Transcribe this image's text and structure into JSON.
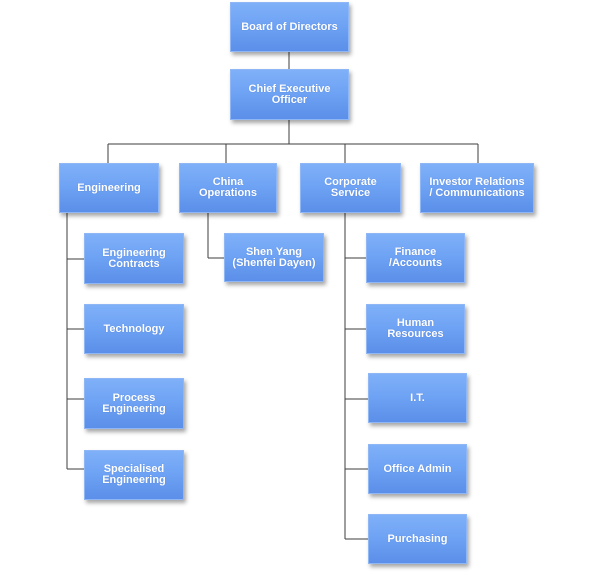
{
  "org_chart": {
    "top": {
      "board": "Board of Directors",
      "ceo": "Chief Executive\nOfficer"
    },
    "divisions": {
      "engineering": "Engineering",
      "china_operations": "China\nOperations",
      "corporate_service": "Corporate\nService",
      "investor_relations": "Investor Relations\n/ Communications"
    },
    "engineering_units": {
      "contracts": "Engineering\nContracts",
      "technology": "Technology",
      "process": "Process\nEngineering",
      "specialised": "Specialised\nEngineering"
    },
    "china_units": {
      "shen_yang": "Shen Yang\n(Shenfei Dayen)"
    },
    "corporate_units": {
      "finance": "Finance\n/Accounts",
      "hr": "Human\nResources",
      "it": "I.T.",
      "office_admin": "Office Admin",
      "purchasing": "Purchasing"
    }
  },
  "colors": {
    "node_top": "#7fb0f8",
    "node_bottom": "#5b8fe9",
    "node_text": "#ffffff",
    "connector": "#3d3d3d"
  }
}
